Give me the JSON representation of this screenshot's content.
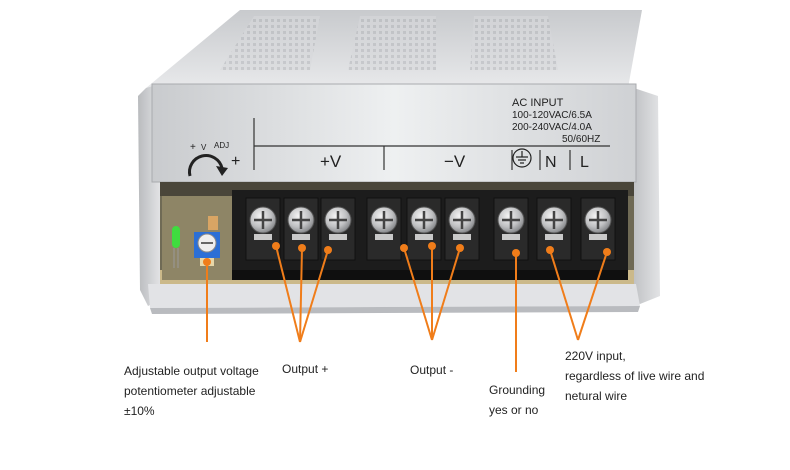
{
  "label_panel": {
    "ac_input_title": "AC INPUT",
    "ac_input_line1": "100-120VAC/6.5A",
    "ac_input_line2": "200-240VAC/4.0A",
    "ac_input_line3": "50/60HZ",
    "plus_v": "+V",
    "minus_v": "−V",
    "neutral": "N",
    "live": "L",
    "adj_plus": "+",
    "adj_v": "V",
    "adj_text": "ADJ",
    "adj_big_plus": "+"
  },
  "callouts": {
    "adjust_line1": "Adjustable output voltage",
    "adjust_line2": "potentiometer adjustable",
    "adjust_line3": "±10%",
    "output_plus": "Output +",
    "output_minus": "Output -",
    "grounding_line1": "Grounding",
    "grounding_line2": "yes or no",
    "input_line1": "220V input,",
    "input_line2": "regardless of  live wire and",
    "input_line3": "netural wire"
  },
  "colors": {
    "leader_line": "#f07d1a",
    "terminal_block": "#1c1c1c",
    "screw_metal": "#d0d0d0",
    "case_metal": "#d9dade",
    "led": "#3fdc3f",
    "potentiometer": "#2b6fd6"
  },
  "icons": [
    "ground-icon",
    "adjust-arrow-icon"
  ]
}
